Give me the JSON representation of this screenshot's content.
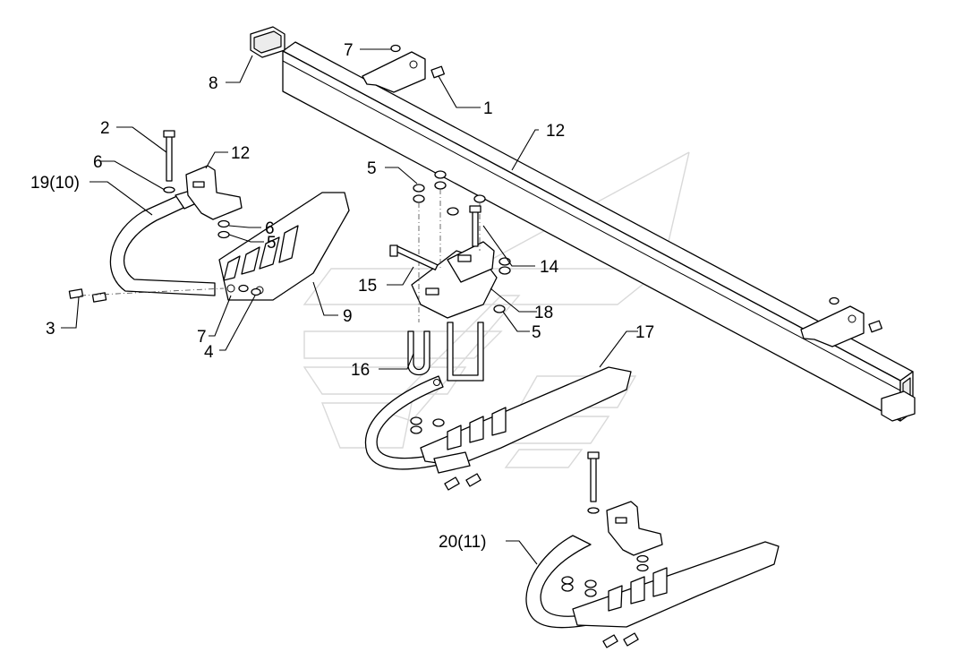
{
  "callouts": {
    "c1": "1",
    "c2": "2",
    "c3": "3",
    "c4": "4",
    "c5a": "5",
    "c5b": "5",
    "c5c": "5",
    "c6a": "6",
    "c6b": "6",
    "c7a": "7",
    "c7b": "7",
    "c8": "8",
    "c9": "9",
    "c12a": "12",
    "c12b": "12",
    "c14": "14",
    "c15": "15",
    "c16": "16",
    "c17": "17",
    "c18": "18",
    "c19": "19(10)",
    "c20": "20(11)"
  }
}
